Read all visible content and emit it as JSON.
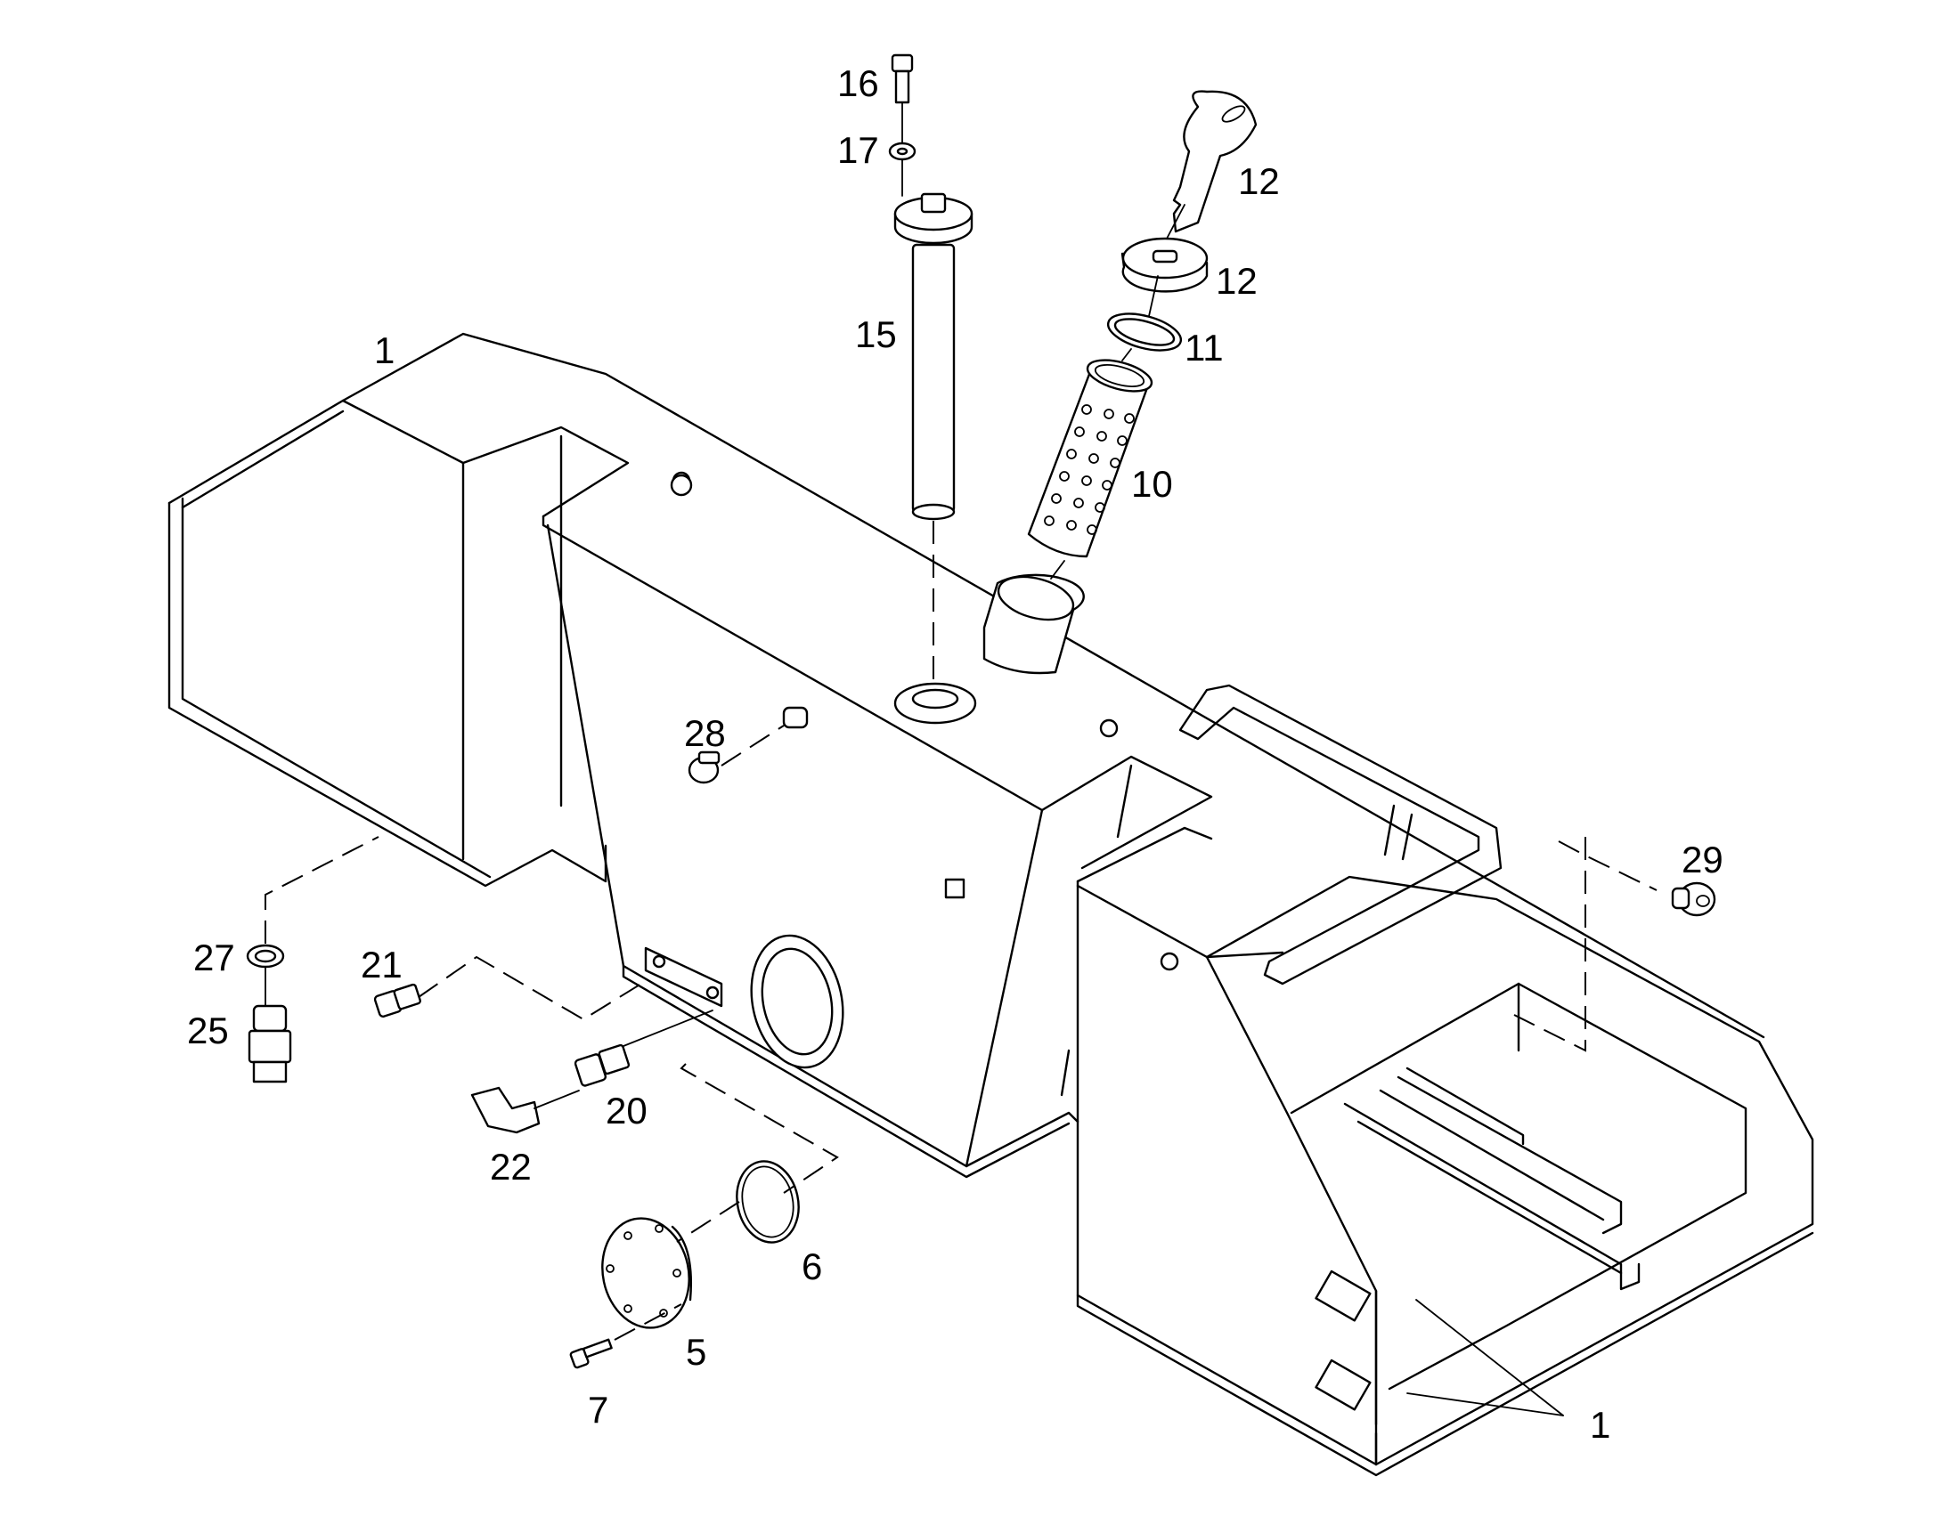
{
  "callouts": [
    {
      "id": "c16",
      "text": "16"
    },
    {
      "id": "c17",
      "text": "17"
    },
    {
      "id": "c12a",
      "text": "12"
    },
    {
      "id": "c12b",
      "text": "12"
    },
    {
      "id": "c15",
      "text": "15"
    },
    {
      "id": "c11",
      "text": "11"
    },
    {
      "id": "c10",
      "text": "10"
    },
    {
      "id": "c1a",
      "text": "1"
    },
    {
      "id": "c28",
      "text": "28"
    },
    {
      "id": "c29",
      "text": "29"
    },
    {
      "id": "c27",
      "text": "27"
    },
    {
      "id": "c21",
      "text": "21"
    },
    {
      "id": "c25",
      "text": "25"
    },
    {
      "id": "c20",
      "text": "20"
    },
    {
      "id": "c22",
      "text": "22"
    },
    {
      "id": "c6",
      "text": "6"
    },
    {
      "id": "c5",
      "text": "5"
    },
    {
      "id": "c7",
      "text": "7"
    },
    {
      "id": "c1b",
      "text": "1"
    }
  ]
}
